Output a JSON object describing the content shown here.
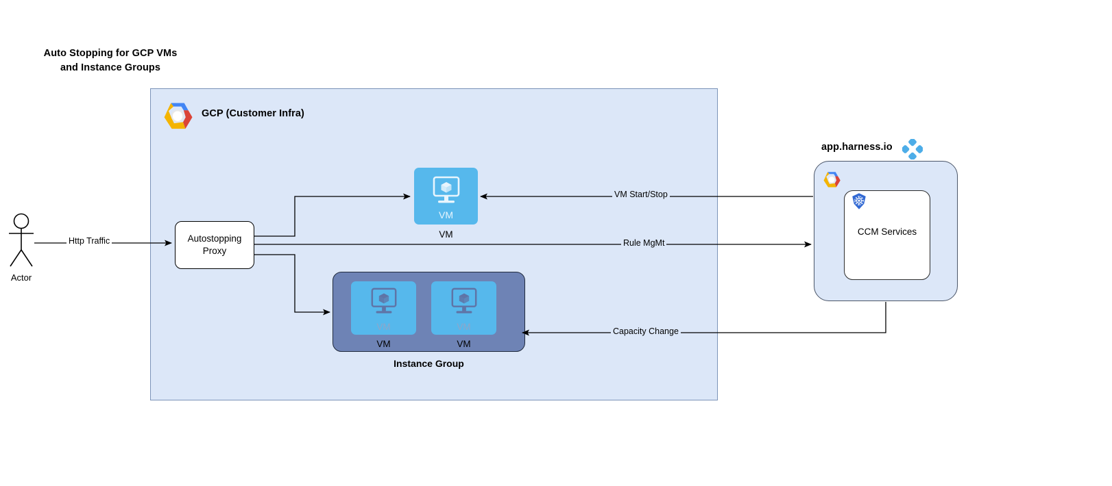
{
  "title": {
    "line1": "Auto Stopping for GCP VMs",
    "line2": "and Instance Groups"
  },
  "actor": {
    "label": "Actor",
    "icon": "stick-figure-actor-icon"
  },
  "gcp_boundary": {
    "label": "GCP (Customer Infra)",
    "icon": "gcp-logo-icon",
    "fill": "#dce7f8",
    "border": "#7b93b8"
  },
  "proxy": {
    "line1": "Autostopping",
    "line2": "Proxy"
  },
  "vm_standalone": {
    "inner_label": "VM",
    "outer_label": "VM",
    "icon": "vm-monitor-cube-icon",
    "fill": "#56b8ec"
  },
  "instance_group": {
    "label": "Instance Group",
    "fill": "#6e83b5",
    "border": "#202a3c",
    "vms": [
      {
        "inner_label": "VM",
        "outer_label": "VM",
        "icon": "vm-monitor-cube-icon"
      },
      {
        "inner_label": "VM",
        "outer_label": "VM",
        "icon": "vm-monitor-cube-icon"
      }
    ]
  },
  "harness": {
    "title": "app.harness.io",
    "logo_icon": "harness-diamond-logo-icon",
    "cloud_icon": "gcp-logo-icon",
    "fill": "#dce7f8",
    "service": {
      "label": "CCM Services",
      "icon": "kubernetes-logo-icon"
    }
  },
  "connectors": [
    {
      "id": "http-traffic",
      "label": "Http Traffic",
      "from": "actor",
      "to": "autostopping-proxy"
    },
    {
      "id": "vm-start-stop",
      "label": "VM Start/Stop",
      "from": "ccm-services",
      "to": "vm-standalone"
    },
    {
      "id": "rule-mgmt",
      "label": "Rule MgMt",
      "from": "autostopping-proxy",
      "to": "ccm-services"
    },
    {
      "id": "capacity-change",
      "label": "Capacity Change",
      "from": "ccm-services",
      "to": "instance-group"
    },
    {
      "id": "proxy-to-vm",
      "label": "",
      "from": "autostopping-proxy",
      "to": "vm-standalone"
    },
    {
      "id": "proxy-to-group",
      "label": "",
      "from": "autostopping-proxy",
      "to": "instance-group"
    }
  ],
  "colors": {
    "vm_blue": "#56b8ec",
    "group_slate": "#6e83b5",
    "boundary_blue": "#dce7f8",
    "harness_blue": "#4dade8",
    "k8s_blue": "#3269d3"
  }
}
